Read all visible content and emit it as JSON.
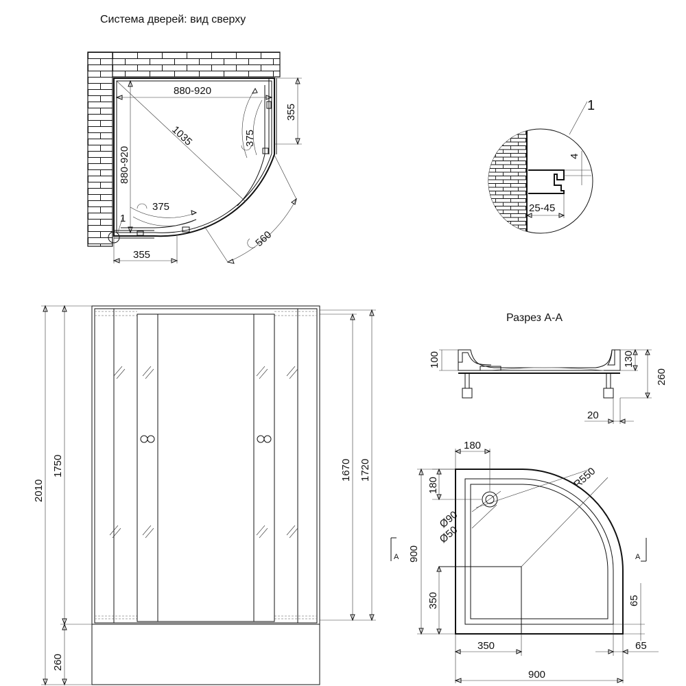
{
  "top_view": {
    "title": "Система дверей: вид сверху",
    "width_label": "880-920",
    "depth_label": "880-920",
    "diag_label": "1035",
    "door_right_label": "355",
    "door_bottom_label": "355",
    "arc_right_label": "375",
    "arc_bottom_label": "375",
    "arc_span_label": "560",
    "callout_label": "1"
  },
  "detail": {
    "callout_label": "1",
    "gap_label": "4",
    "range_label": "25-45"
  },
  "front_view": {
    "total_height_label": "2010",
    "glass_height_label": "1750",
    "tray_height_label": "260",
    "panel_height_label": "1670",
    "door_height_label": "1720"
  },
  "section": {
    "title": "Разрез А-А",
    "tray_depth_label": "100",
    "rim_label": "130",
    "total_label": "260",
    "foot_label": "20"
  },
  "plan": {
    "drain_offset_x_label": "180",
    "drain_offset_y_label": "180",
    "radius_label": "R550",
    "drain_outer_label": "Ø90",
    "drain_inner_label": "Ø50",
    "depth_label": "900",
    "flat_depth_label": "350",
    "flat_width_label": "350",
    "width_label": "900",
    "border_v_label": "65",
    "border_h_label": "65",
    "section_mark_left": "A",
    "section_mark_right": "A"
  }
}
